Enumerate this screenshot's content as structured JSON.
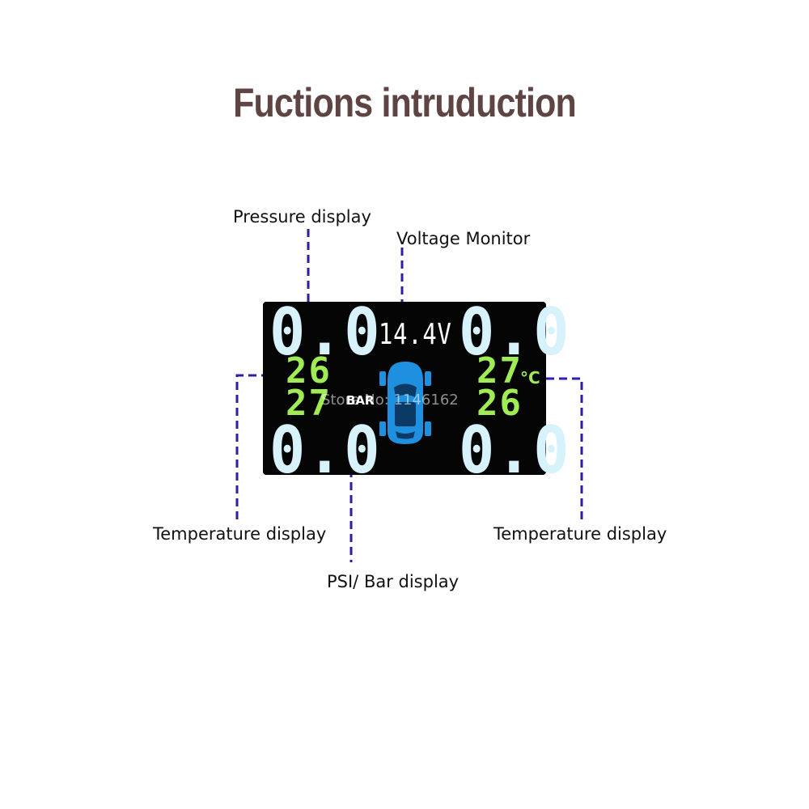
{
  "title": "Fuctions intruduction",
  "callouts": {
    "pressure": "Pressure display",
    "voltage": "Voltage Monitor",
    "temp_left": "Temperature display",
    "temp_right": "Temperature display",
    "psi_bar": "PSI/ Bar display"
  },
  "display": {
    "pressure_front_left": "0.0",
    "pressure_front_right": "0.0",
    "pressure_rear_left": "0.0",
    "pressure_rear_right": "0.0",
    "temp_front_left": "26",
    "temp_rear_left": "27",
    "temp_front_right": "27",
    "temp_rear_right": "26",
    "temp_unit": "°C",
    "pressure_unit": "BAR",
    "voltage": "14.4V"
  },
  "watermark": "Store No: 1146162",
  "colors": {
    "title": "#5e4443",
    "leader_line": "#2b1fa6",
    "screen_bg": "#050505",
    "pressure_digits": "#d7f2fb",
    "temperature_digits": "#9fec55",
    "car_icon": "#1f8fe0"
  }
}
